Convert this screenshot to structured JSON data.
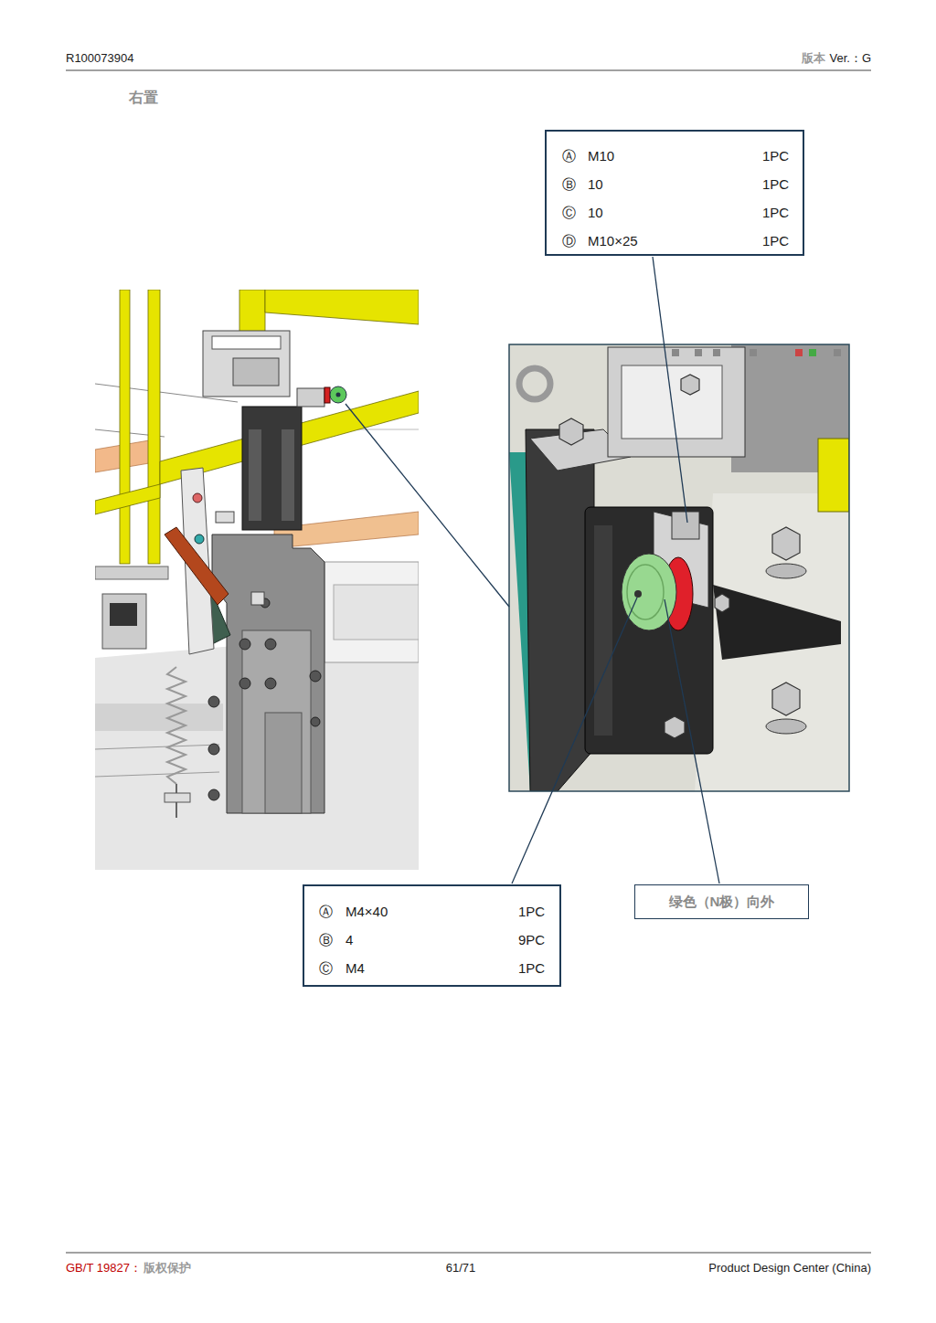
{
  "diagram": {
    "title": "右置",
    "nodes": [
      {
        "text": [
          "Ⓐ",
          "M10",
          "1PC",
          "Ⓑ",
          "10",
          "1PC",
          "Ⓒ",
          "10",
          "1PC",
          "Ⓓ",
          "M10×25",
          "1PC"
        ]
      },
      {
        "text": [
          "Ⓐ",
          "M4×40",
          "1PC",
          "Ⓑ",
          "4",
          "9PC",
          "Ⓒ",
          "M4",
          "1PC"
        ]
      },
      {
        "text": [
          "绿色（N极）向外"
        ]
      }
    ],
    "labels": [
      "R100073904",
      "版本",
      "Ver.：G",
      "GB/T 19827：",
      "版权保护",
      "61/71",
      "Product Design Center (China)"
    ]
  }
}
